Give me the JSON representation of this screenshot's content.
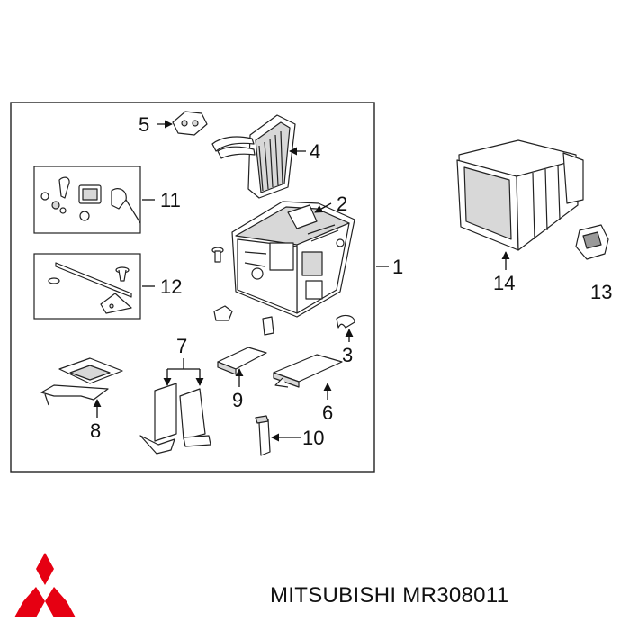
{
  "callouts": {
    "c1": "1",
    "c2": "2",
    "c3": "3",
    "c4": "4",
    "c5": "5",
    "c6": "6",
    "c7": "7",
    "c8": "8",
    "c9": "9",
    "c10": "10",
    "c11": "11",
    "c12": "12",
    "c13": "13",
    "c14": "14"
  },
  "caption": "MITSUBISHI MR308011",
  "colors": {
    "line": "#222222",
    "logo": "#e60012",
    "text": "#111111"
  }
}
